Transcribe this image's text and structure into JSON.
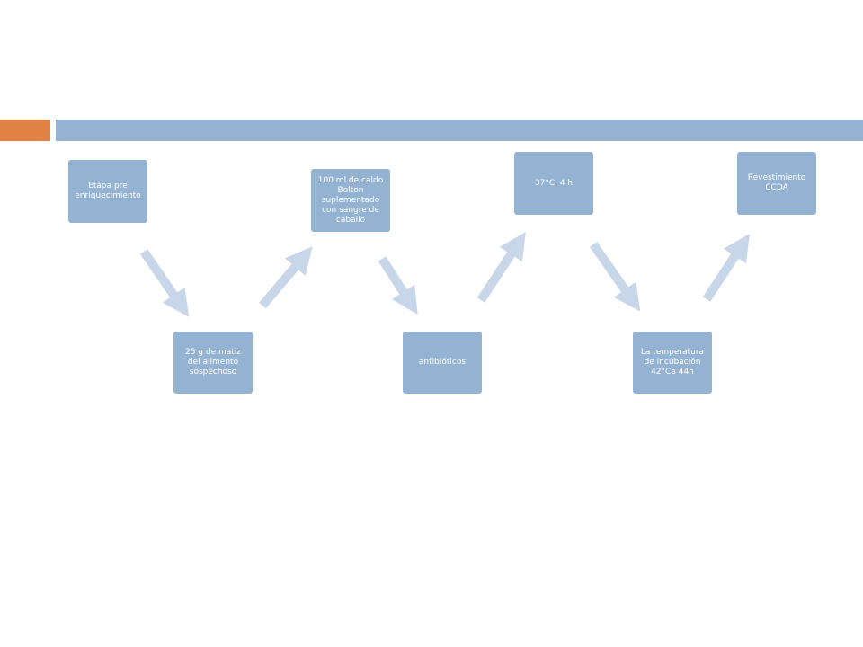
{
  "header": {
    "accent_color": "#df8244",
    "band_color": "#94b3d2"
  },
  "diagram": {
    "box_color": "#94b3d2",
    "arrow_color": "#c7d6e8",
    "steps": [
      "Etapa pre enriquecimiento",
      "25 g de matiz del alimento sospechoso",
      "100 ml de caldo Bolton suplementado con sangre de caballo",
      "antibióticos",
      "37°C, 4 h",
      "La temperatura de incubación 42°Ca 44h",
      "Revestimiento CCDA"
    ]
  }
}
